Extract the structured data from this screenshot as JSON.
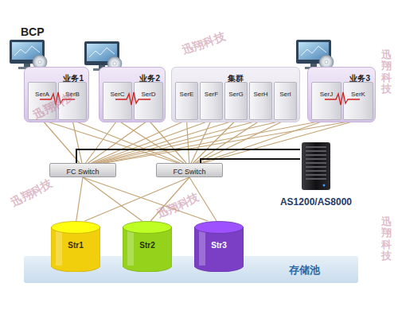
{
  "diagram": {
    "nodes": [
      {
        "text": [
          "业务1"
        ]
      },
      {
        "text": [
          "SerA"
        ],
        "in": 0
      },
      {
        "text": [
          "SerB"
        ],
        "in": 0
      },
      {
        "text": [
          "业务2"
        ]
      },
      {
        "text": [
          "SerC"
        ],
        "in": 3
      },
      {
        "text": [
          "SerD"
        ],
        "in": 3
      },
      {
        "text": [
          "集群"
        ]
      },
      {
        "text": [
          "SerE"
        ],
        "in": 6
      },
      {
        "text": [
          "SerF"
        ],
        "in": 6
      },
      {
        "text": [
          "SerG"
        ],
        "in": 6
      },
      {
        "text": [
          "SerH"
        ],
        "in": 6
      },
      {
        "text": [
          "SerI"
        ],
        "in": 6
      },
      {
        "text": [
          "业务3"
        ]
      },
      {
        "text": [
          "SerJ"
        ],
        "in": 12
      },
      {
        "text": [
          "SerK"
        ],
        "in": 12
      },
      {
        "text": [
          "FC Switch"
        ]
      },
      {
        "text": [
          "FC Switch"
        ]
      },
      {
        "text": [
          "AS1200/AS8000"
        ]
      },
      {
        "text": [
          "存储池"
        ]
      },
      {
        "text": [
          "Str1"
        ]
      },
      {
        "text": [
          "Str2"
        ]
      },
      {
        "text": [
          "Str3"
        ]
      }
    ],
    "edges": [
      {
        "from": 1,
        "to": 15,
        "arrow": "none"
      },
      {
        "from": 1,
        "to": 16,
        "arrow": "none"
      },
      {
        "from": 2,
        "to": 15,
        "arrow": "none"
      },
      {
        "from": 2,
        "to": 16,
        "arrow": "none"
      },
      {
        "from": 4,
        "to": 15,
        "arrow": "none"
      },
      {
        "from": 4,
        "to": 16,
        "arrow": "none"
      },
      {
        "from": 5,
        "to": 15,
        "arrow": "none"
      },
      {
        "from": 5,
        "to": 16,
        "arrow": "none"
      },
      {
        "from": 7,
        "to": 15,
        "arrow": "none"
      },
      {
        "from": 7,
        "to": 16,
        "arrow": "none"
      },
      {
        "from": 8,
        "to": 15,
        "arrow": "none"
      },
      {
        "from": 8,
        "to": 16,
        "arrow": "none"
      },
      {
        "from": 9,
        "to": 15,
        "arrow": "none"
      },
      {
        "from": 9,
        "to": 16,
        "arrow": "none"
      },
      {
        "from": 10,
        "to": 15,
        "arrow": "none"
      },
      {
        "from": 10,
        "to": 16,
        "arrow": "none"
      },
      {
        "from": 11,
        "to": 15,
        "arrow": "none"
      },
      {
        "from": 11,
        "to": 16,
        "arrow": "none"
      },
      {
        "from": 13,
        "to": 15,
        "arrow": "none"
      },
      {
        "from": 13,
        "to": 16,
        "arrow": "none"
      },
      {
        "from": 14,
        "to": 15,
        "arrow": "none"
      },
      {
        "from": 14,
        "to": 16,
        "arrow": "none"
      },
      {
        "from": 15,
        "to": 19,
        "arrow": "none"
      },
      {
        "from": 15,
        "to": 20,
        "arrow": "none"
      },
      {
        "from": 15,
        "to": 21,
        "arrow": "none"
      },
      {
        "from": 16,
        "to": 19,
        "arrow": "none"
      },
      {
        "from": 16,
        "to": 20,
        "arrow": "none"
      },
      {
        "from": 16,
        "to": 21,
        "arrow": "none"
      },
      {
        "from": 17,
        "to": 15,
        "arrow": "none"
      },
      {
        "from": 17,
        "to": 16,
        "arrow": "none"
      }
    ],
    "labels": [
      "BCP",
      "迅翔科技",
      "迅翔科技",
      "迅翔科技",
      "迅翔科技",
      "迅翔科技",
      "迅翔科技"
    ]
  }
}
